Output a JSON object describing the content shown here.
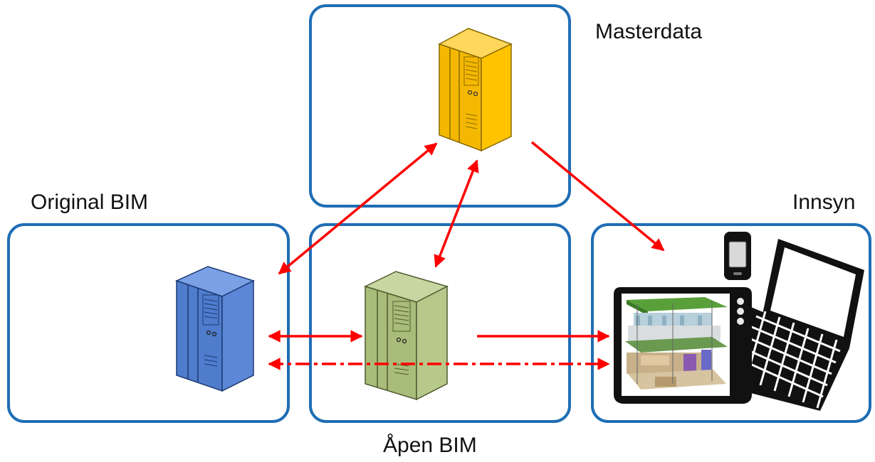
{
  "labels": {
    "masterdata": "Masterdata",
    "original_bim": "Original BIM",
    "innsyn": "Innsyn",
    "apen_bim": "Åpen BIM"
  },
  "colors": {
    "box_border": "#1f6db5",
    "arrow": "#ff0000",
    "server_master": "#f5b800",
    "server_original": "#4f7ccc",
    "server_apen": "#a9bd7a"
  },
  "icons": {
    "masterdata_server": "server-tower-icon",
    "original_server": "server-tower-icon",
    "apen_server": "server-tower-icon",
    "tablet": "tablet-icon",
    "laptop": "laptop-icon",
    "phone": "mobile-phone-icon"
  }
}
